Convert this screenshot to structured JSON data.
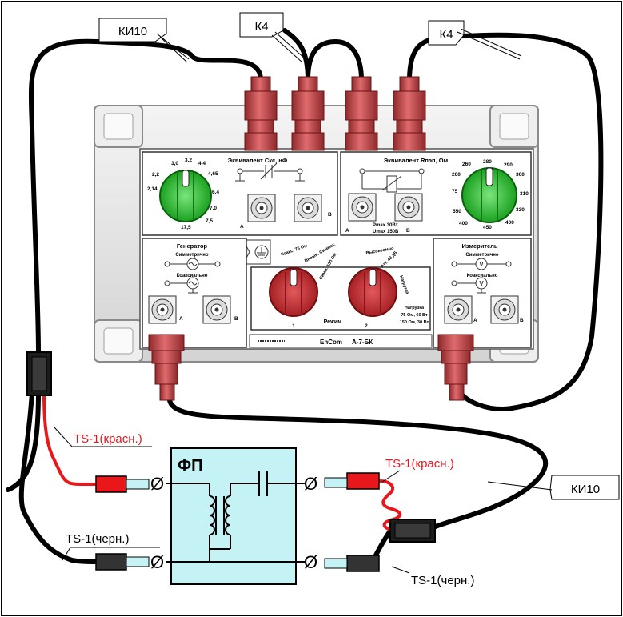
{
  "callouts": {
    "ki10_top": "КИ10",
    "k4_left": "К4",
    "k4_right": "К4",
    "ki10_right": "КИ10",
    "ts1_red_left": "TS-1(красн.)",
    "ts1_black_left": "TS-1(черн.)",
    "ts1_red_right": "TS-1(красн.)",
    "ts1_black_right": "TS-1(черн.)"
  },
  "filter": {
    "title": "ФП"
  },
  "device": {
    "cap_panel": {
      "title": "Эквивалент Скс, нФ",
      "scale": [
        "3,0",
        "3,2",
        "4,4",
        "4,65",
        "6,4",
        "7,0",
        "7,5",
        "17,5",
        "2,14",
        "2,2"
      ],
      "ports": [
        "А",
        "В"
      ]
    },
    "res_panel": {
      "title": "Эквивалент Rпэп, Ом",
      "scale": [
        "260",
        "280",
        "290",
        "300",
        "310",
        "330",
        "400",
        "450",
        "400",
        "550",
        "75",
        "200"
      ],
      "ports": [
        "А",
        "В"
      ],
      "limits": [
        "Pmax 30Вт",
        "Umax 150В"
      ]
    },
    "gen_panel": {
      "title": "Генератор",
      "modes": [
        "Симметрично",
        "Коаксиально"
      ],
      "ports": [
        "А",
        "В"
      ]
    },
    "mode_panel": {
      "left_knob": [
        "Коакс. 75 Ом",
        "Внешн. Симмет.",
        "Симм. 150 Ом"
      ],
      "right_knob": [
        "Высокоомно",
        "Атт. 40 дБ",
        "Нагрузка"
      ],
      "load_info": [
        "Нагрузка",
        "75 Ом, 60 Вт",
        "150 Ом, 30 Вт"
      ],
      "knob_numbers": [
        "1",
        "2"
      ],
      "label": "Режим"
    },
    "meter_panel": {
      "title": "Измеритель",
      "modes": [
        "Симметрично",
        "Коаксиально"
      ],
      "ports": [
        "А",
        "В"
      ]
    },
    "nameplate": {
      "brand": "EnCom",
      "model": "А-7-БК"
    }
  },
  "colors": {
    "red_wire": "#e8171c",
    "cable": "#000000",
    "connector_red": "#c64246",
    "knob_green": "#19c31e",
    "knob_red": "#c72529",
    "filter_fill": "#c5f2f5",
    "device_frame": "#e6e6e6"
  }
}
